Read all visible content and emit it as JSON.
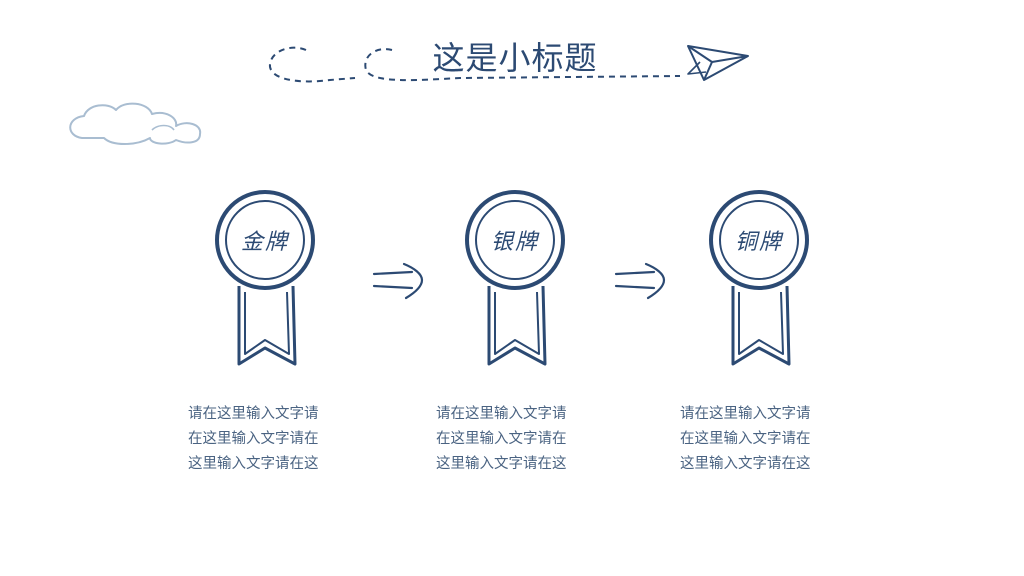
{
  "title": "这是小标题",
  "colors": {
    "primary": "#2c4a73",
    "text": "#4a6382",
    "cloud": "#a9bdd1"
  },
  "medals": [
    {
      "label": "金牌",
      "desc": [
        "请在这里输入文字请",
        "在这里输入文字请在",
        "这里输入文字请在这"
      ]
    },
    {
      "label": "银牌",
      "desc": [
        "请在这里输入文字请",
        "在这里输入文字请在",
        "这里输入文字请在这"
      ]
    },
    {
      "label": "铜牌",
      "desc": [
        "请在这里输入文字请",
        "在这里输入文字请在",
        "这里输入文字请在这"
      ]
    }
  ],
  "icons": [
    "dashed-flight-path-icon",
    "paper-plane-icon",
    "cloud-icon",
    "medal-icon",
    "double-arrow-icon"
  ]
}
